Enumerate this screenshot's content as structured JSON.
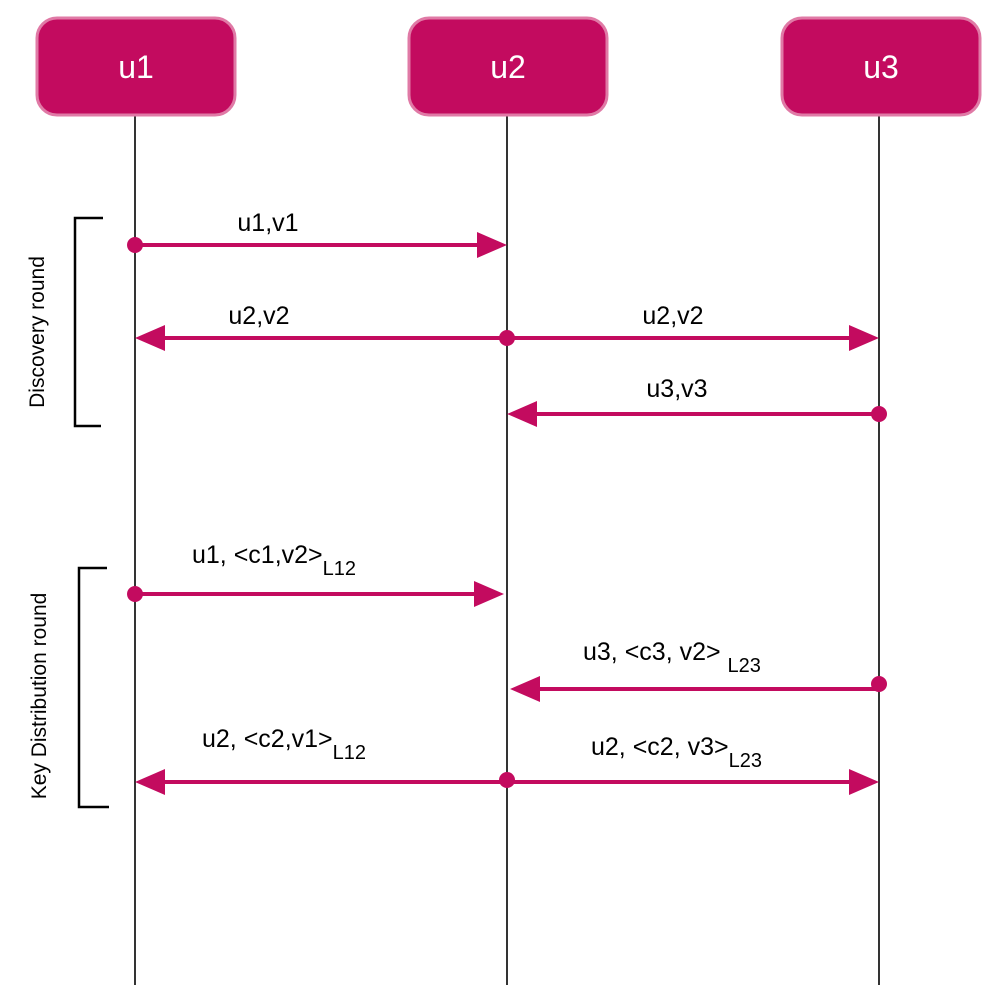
{
  "actors": [
    {
      "id": "u1",
      "label": "u1"
    },
    {
      "id": "u2",
      "label": "u2"
    },
    {
      "id": "u3",
      "label": "u3"
    }
  ],
  "rounds": [
    {
      "id": "discovery",
      "label": "Discovery round"
    },
    {
      "id": "key-distribution",
      "label": "Key Distribution round"
    }
  ],
  "messages": [
    {
      "id": "m1",
      "from": "u1",
      "to": "u2",
      "text": "u1,v1",
      "sub": ""
    },
    {
      "id": "m2",
      "from": "u2",
      "to": "u1",
      "text": "u2,v2",
      "sub": ""
    },
    {
      "id": "m3",
      "from": "u2",
      "to": "u3",
      "text": "u2,v2",
      "sub": ""
    },
    {
      "id": "m4",
      "from": "u3",
      "to": "u2",
      "text": "u3,v3",
      "sub": ""
    },
    {
      "id": "m5",
      "from": "u1",
      "to": "u2",
      "text": "u1, <c1,v2>",
      "sub": "L12"
    },
    {
      "id": "m6",
      "from": "u3",
      "to": "u2",
      "text": "u3, <c3, v2> ",
      "sub": "L23"
    },
    {
      "id": "m7",
      "from": "u2",
      "to": "u1",
      "text": "u2, <c2,v1>",
      "sub": "L12"
    },
    {
      "id": "m8",
      "from": "u2",
      "to": "u3",
      "text": "u2, <c2, v3>",
      "sub": "L23"
    }
  ],
  "colors": {
    "accent": "#c30b5f",
    "actor_border": "#e07aa6",
    "line": "#000000"
  }
}
